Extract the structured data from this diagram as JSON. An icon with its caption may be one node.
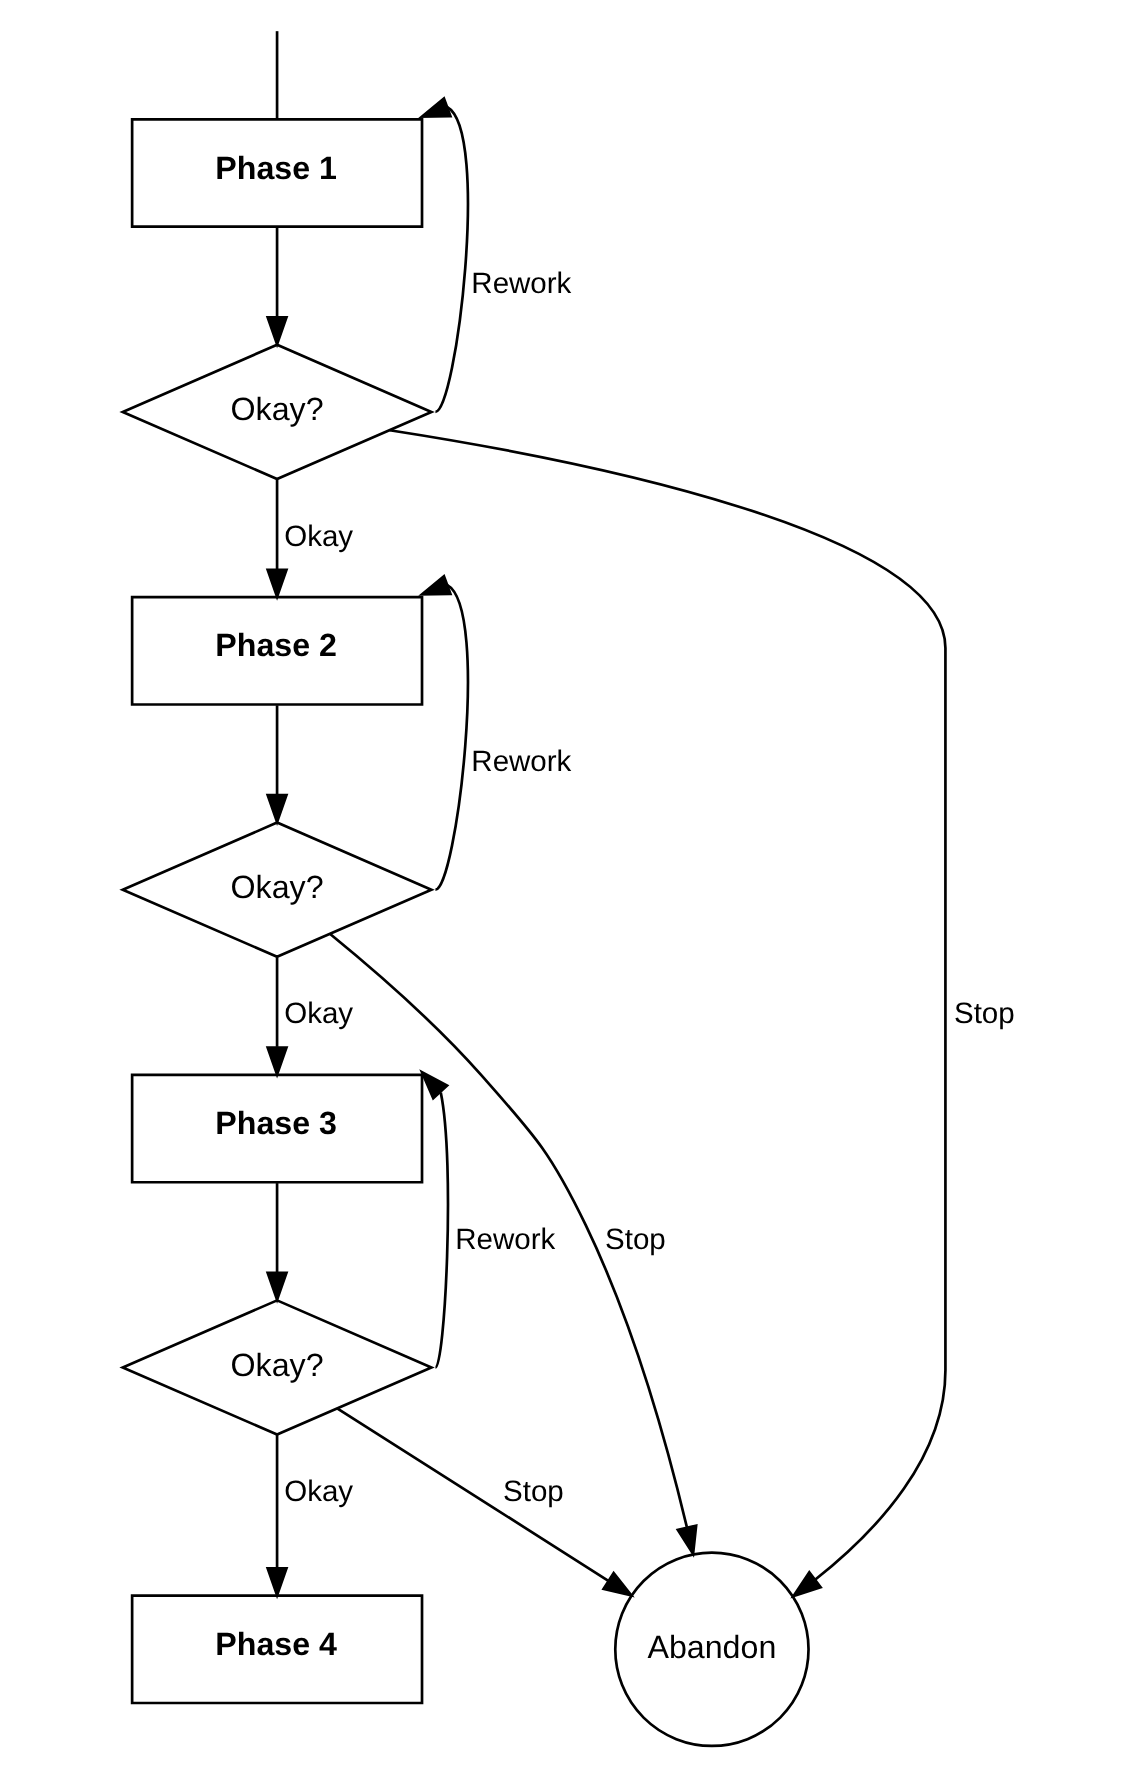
{
  "diagram": {
    "nodes": [
      {
        "text": [
          "Phase 1"
        ]
      },
      {
        "text": [
          "Okay?"
        ]
      },
      {
        "text": [
          "Phase 2"
        ]
      },
      {
        "text": [
          "Okay?"
        ]
      },
      {
        "text": [
          "Phase 3"
        ]
      },
      {
        "text": [
          "Okay?"
        ]
      },
      {
        "text": [
          "Phase 4"
        ]
      },
      {
        "text": [
          "Abandon"
        ]
      }
    ],
    "edges": [
      {
        "from": null,
        "to": 0,
        "arrow": "none"
      },
      {
        "from": 0,
        "to": 1,
        "arrow": "to"
      },
      {
        "from": 1,
        "to": 2,
        "label": "Okay",
        "arrow": "to"
      },
      {
        "from": 1,
        "to": 0,
        "label": "Rework",
        "arrow": "to"
      },
      {
        "from": 1,
        "to": 7,
        "label": "Stop",
        "arrow": "to"
      },
      {
        "from": 2,
        "to": 3,
        "arrow": "to"
      },
      {
        "from": 3,
        "to": 4,
        "label": "Okay",
        "arrow": "to"
      },
      {
        "from": 3,
        "to": 2,
        "label": "Rework",
        "arrow": "to"
      },
      {
        "from": 3,
        "to": 7,
        "label": "Stop",
        "arrow": "to"
      },
      {
        "from": 4,
        "to": 5,
        "arrow": "to"
      },
      {
        "from": 5,
        "to": 6,
        "label": "Okay",
        "arrow": "to"
      },
      {
        "from": 5,
        "to": 4,
        "label": "Rework",
        "arrow": "to"
      },
      {
        "from": 5,
        "to": 7,
        "label": "Stop",
        "arrow": "to"
      }
    ]
  }
}
